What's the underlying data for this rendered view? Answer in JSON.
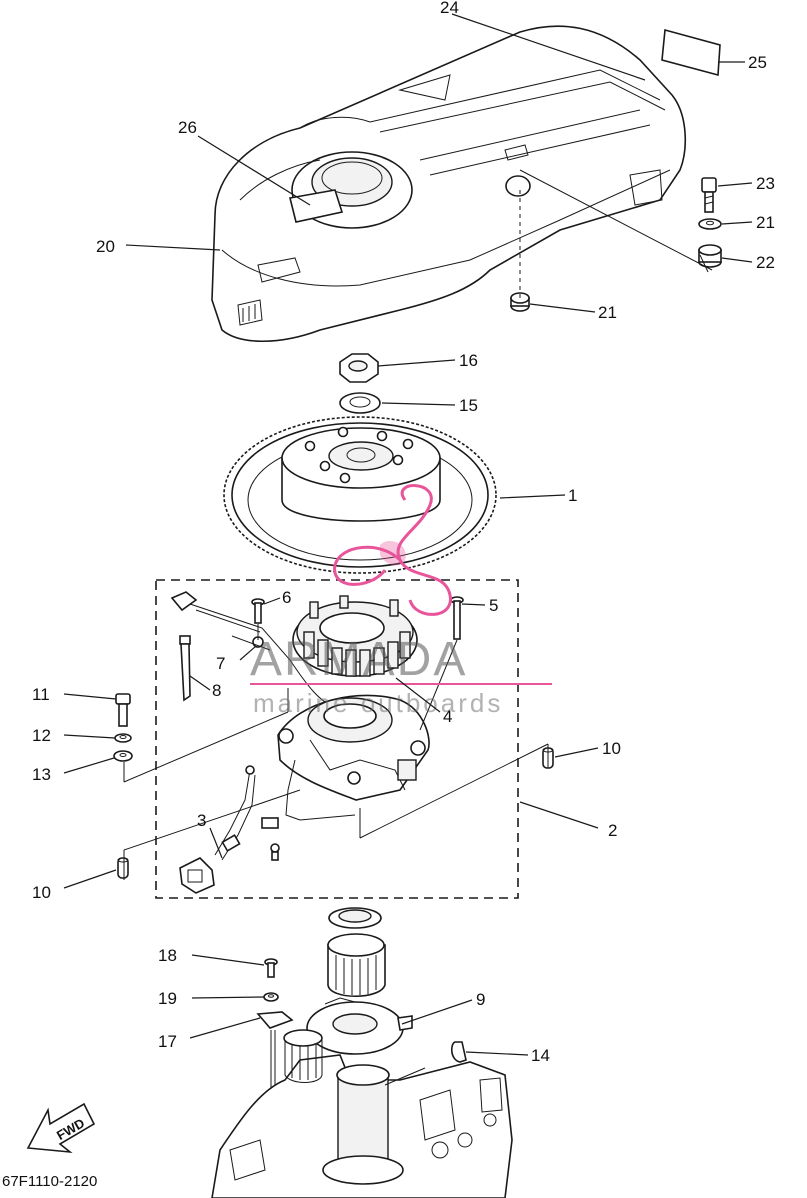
{
  "diagram_code": "67F1110-2120",
  "direction_label": "FWD",
  "watermark": {
    "brand": "ARMADA",
    "tagline": "marine outboards",
    "accent_color": "#e8559a"
  },
  "callouts": [
    {
      "id": "c24",
      "label": "24"
    },
    {
      "id": "c25",
      "label": "25"
    },
    {
      "id": "c26",
      "label": "26"
    },
    {
      "id": "c20",
      "label": "20"
    },
    {
      "id": "c23",
      "label": "23"
    },
    {
      "id": "c21a",
      "label": "21"
    },
    {
      "id": "c22",
      "label": "22"
    },
    {
      "id": "c21b",
      "label": "21"
    },
    {
      "id": "c16",
      "label": "16"
    },
    {
      "id": "c15",
      "label": "15"
    },
    {
      "id": "c1",
      "label": "1"
    },
    {
      "id": "c6",
      "label": "6"
    },
    {
      "id": "c5",
      "label": "5"
    },
    {
      "id": "c7",
      "label": "7"
    },
    {
      "id": "c8",
      "label": "8"
    },
    {
      "id": "c4",
      "label": "4"
    },
    {
      "id": "c11",
      "label": "11"
    },
    {
      "id": "c12",
      "label": "12"
    },
    {
      "id": "c13",
      "label": "13"
    },
    {
      "id": "c10a",
      "label": "10"
    },
    {
      "id": "c3",
      "label": "3"
    },
    {
      "id": "c2",
      "label": "2"
    },
    {
      "id": "c10b",
      "label": "10"
    },
    {
      "id": "c18",
      "label": "18"
    },
    {
      "id": "c19",
      "label": "19"
    },
    {
      "id": "c9",
      "label": "9"
    },
    {
      "id": "c17",
      "label": "17"
    },
    {
      "id": "c14",
      "label": "14"
    }
  ]
}
